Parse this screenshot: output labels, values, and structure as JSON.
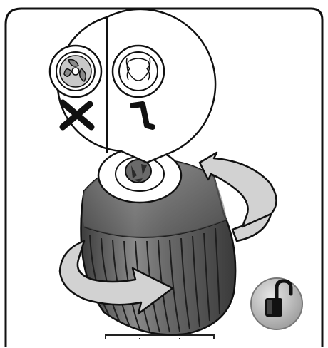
{
  "illustration": {
    "panels": {
      "left": {
        "meaning": "wrong",
        "symbol": "cross"
      },
      "right": {
        "meaning": "correct",
        "symbol": "check"
      }
    },
    "rotation_arrows": [
      "upper-right",
      "lower-left"
    ],
    "corner_badge": {
      "icon": "unlock-icon",
      "state": "open"
    }
  },
  "colors": {
    "frame": "#111111",
    "chuck_dark": "#4a4a4a",
    "chuck_mid": "#6e6e6e",
    "chuck_light": "#9a9a9a",
    "arrow_fill": "#d2d2d2",
    "badge_fill": "#bdbdbd"
  }
}
